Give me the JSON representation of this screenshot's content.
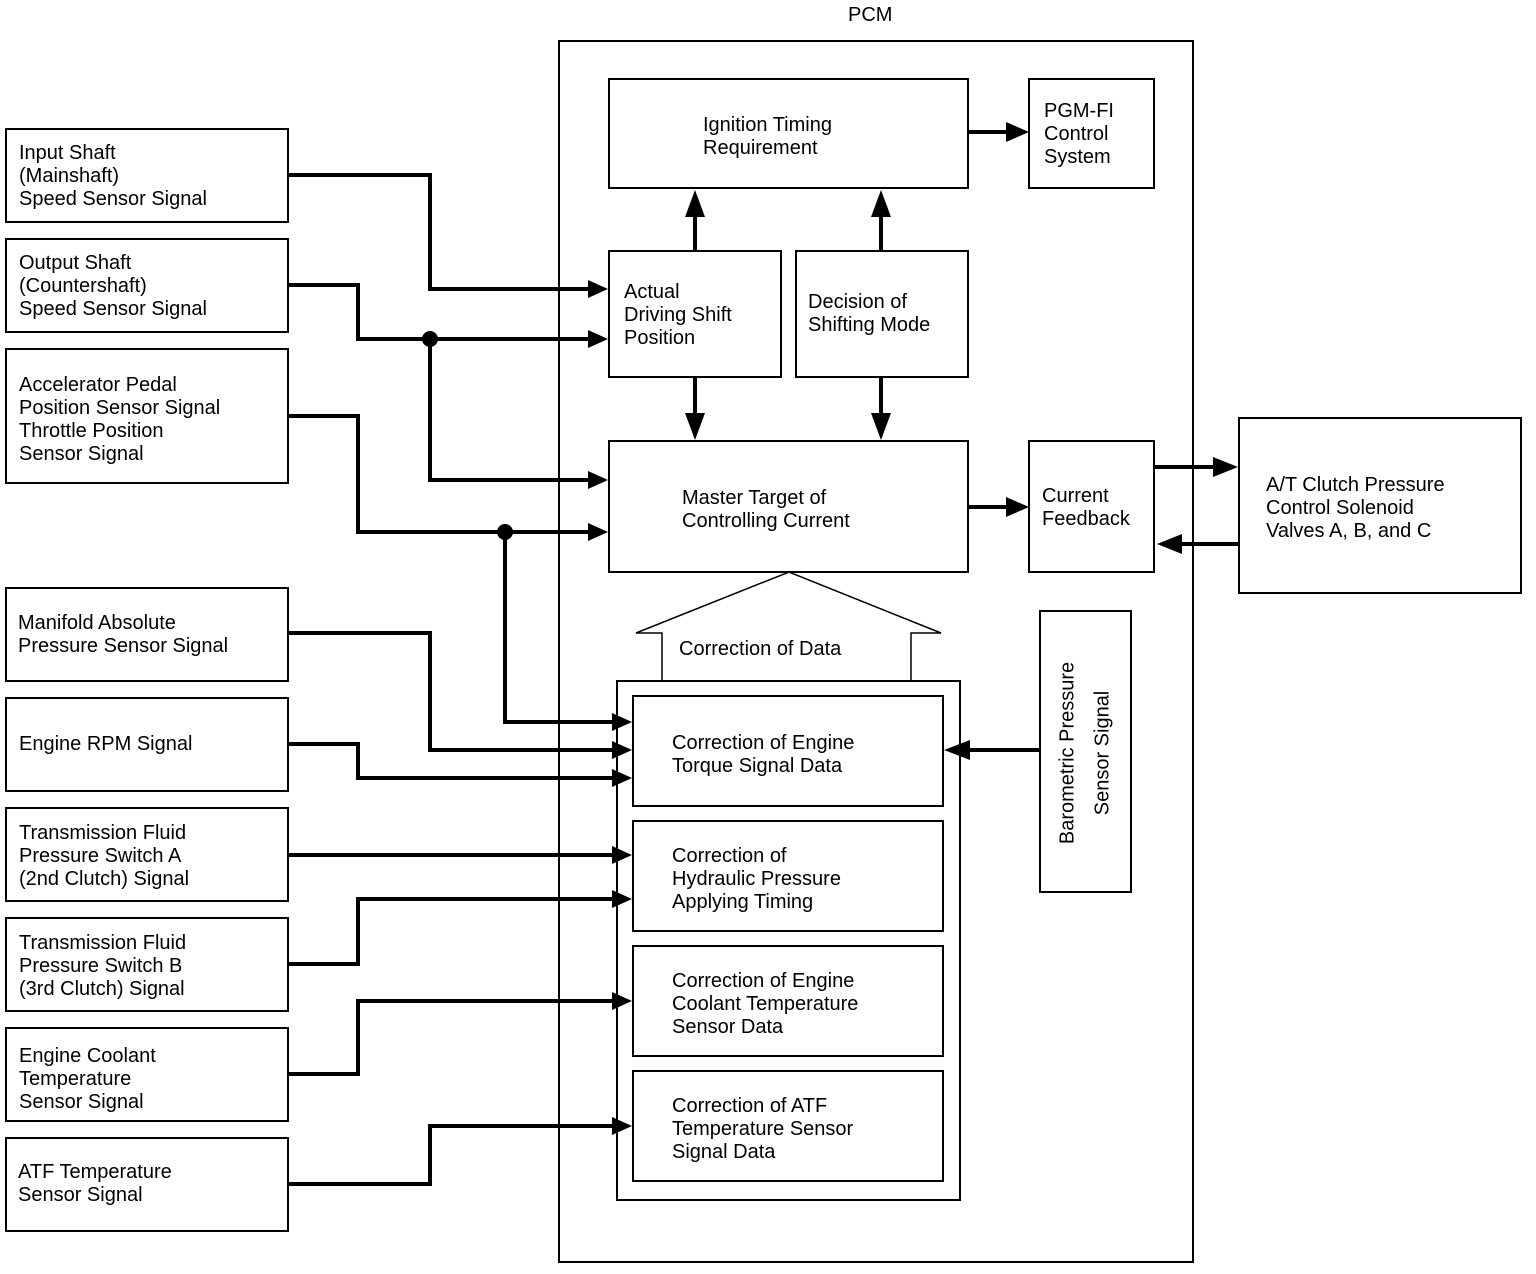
{
  "pcm": {
    "title": "PCM"
  },
  "inputs": [
    {
      "id": "input-shaft",
      "label": "Input Shaft\n(Mainshaft)\nSpeed Sensor Signal"
    },
    {
      "id": "output-shaft",
      "label": "Output Shaft\n(Countershaft)\nSpeed Sensor Signal"
    },
    {
      "id": "accelerator",
      "label": "Accelerator Pedal\nPosition Sensor Signal\nThrottle Position\nSensor Signal"
    },
    {
      "id": "map",
      "label": "Manifold Absolute\nPressure Sensor Signal"
    },
    {
      "id": "rpm",
      "label": "Engine RPM Signal"
    },
    {
      "id": "tfps-a",
      "label": "Transmission Fluid\nPressure Switch A\n(2nd Clutch) Signal"
    },
    {
      "id": "tfps-b",
      "label": "Transmission Fluid\nPressure Switch B\n(3rd Clutch) Signal"
    },
    {
      "id": "ect",
      "label": "Engine Coolant\nTemperature\nSensor Signal"
    },
    {
      "id": "atf",
      "label": "ATF Temperature\nSensor Signal"
    }
  ],
  "pcm_blocks": {
    "ignition": "Ignition Timing\nRequirement",
    "pgm_fi": "PGM-FI\nControl\nSystem",
    "actual_shift": "Actual\nDriving Shift\nPosition",
    "decision": "Decision of\nShifting Mode",
    "master_target": "Master Target of\nControlling Current",
    "current_feedback": "Current\nFeedback",
    "correction_header": "Correction of Data",
    "corr_torque": "Correction of Engine\nTorque Signal Data",
    "corr_hydraulic": "Correction of\nHydraulic Pressure\nApplying Timing",
    "corr_coolant": "Correction of Engine\nCoolant Temperature\nSensor Data",
    "corr_atf": "Correction of ATF\nTemperature Sensor\nSignal Data"
  },
  "external": {
    "solenoid": "A/T Clutch Pressure\nControl Solenoid\nValves A, B, and C",
    "barometric": "Barometric Pressure\nSensor Signal"
  }
}
